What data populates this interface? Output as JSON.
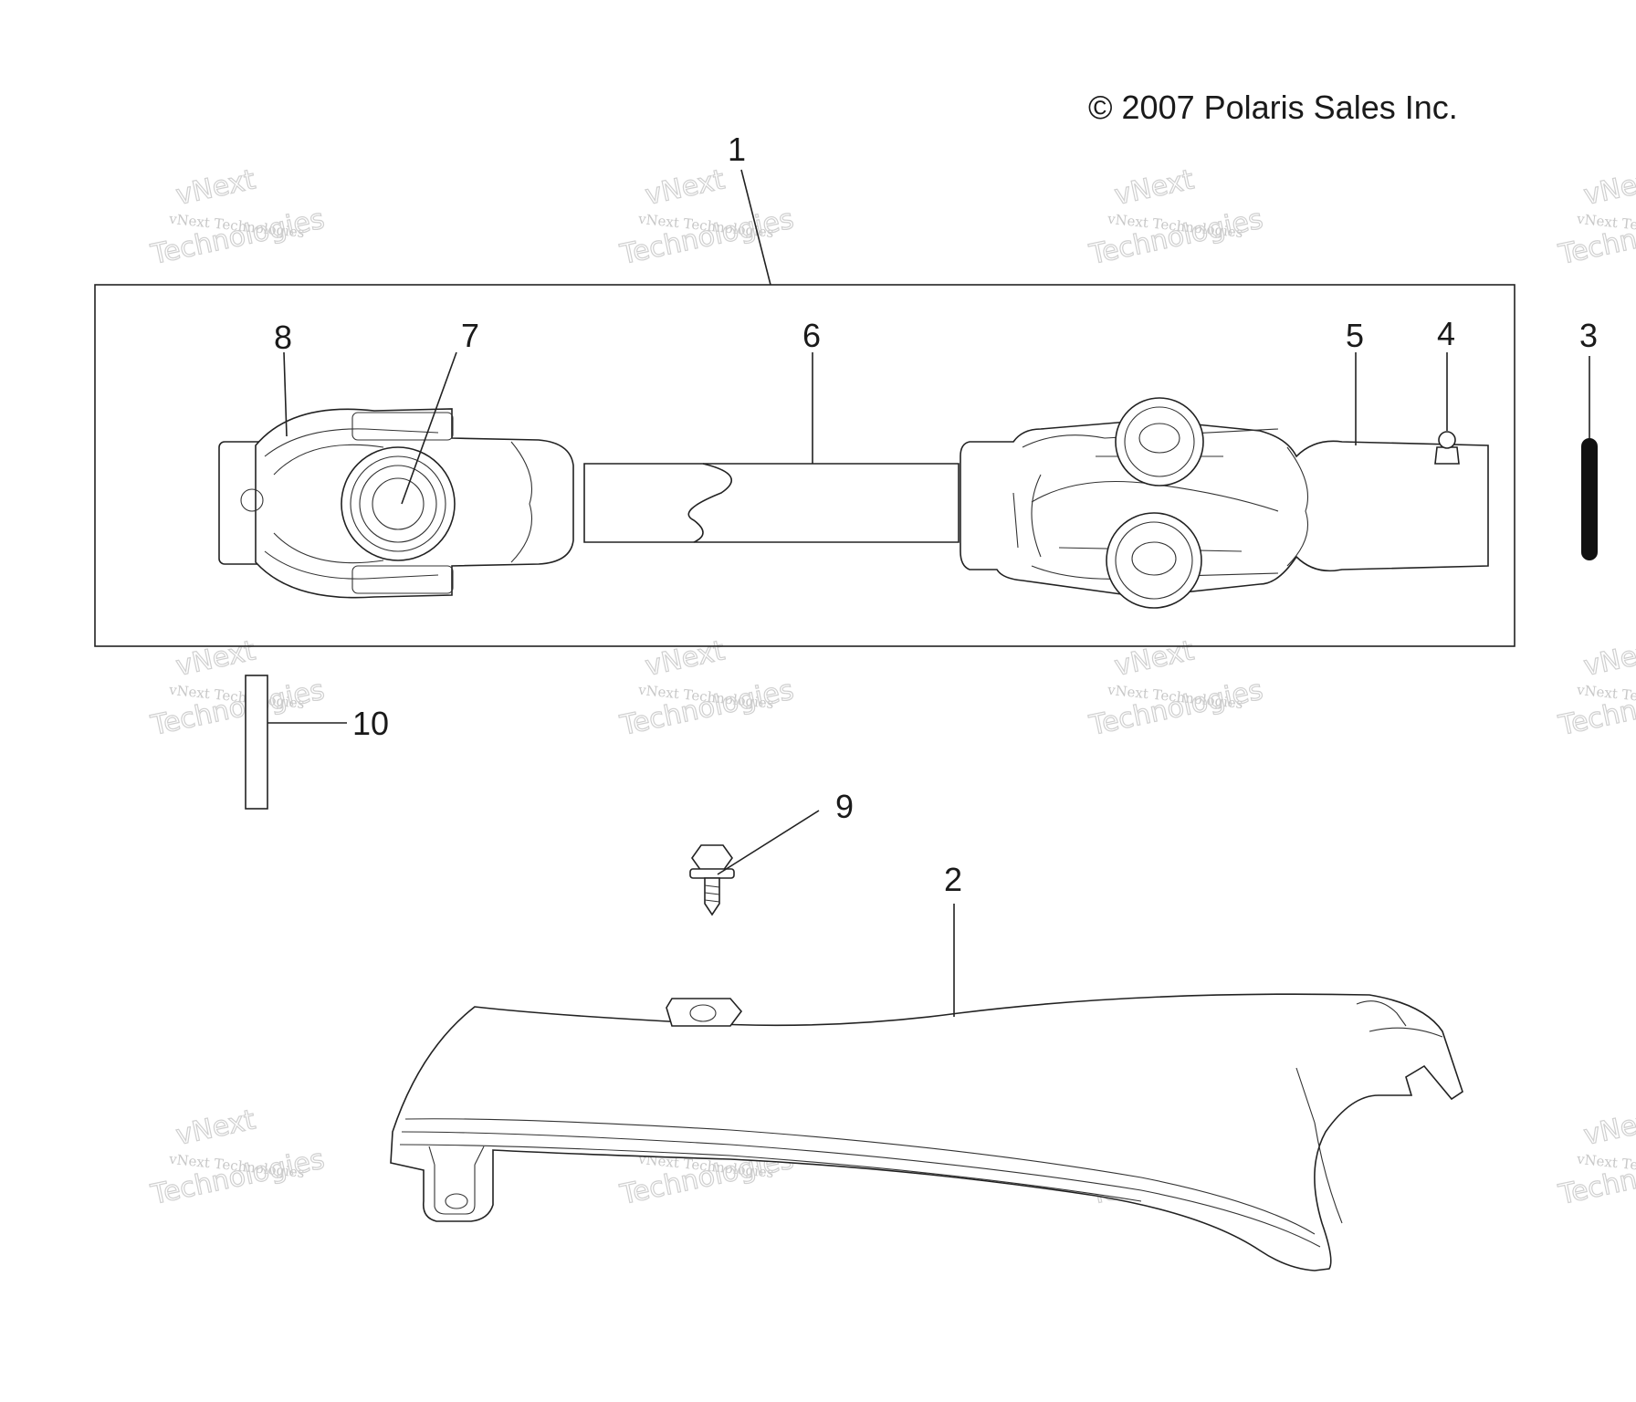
{
  "copyright": "© 2007 Polaris Sales Inc.",
  "callouts": {
    "c1": "1",
    "c2": "2",
    "c3": "3",
    "c4": "4",
    "c5": "5",
    "c6": "6",
    "c7": "7",
    "c8": "8",
    "c9": "9",
    "c10": "10"
  },
  "watermark": {
    "line1": "vNext",
    "line2": "vNext Technologies",
    "line3": "Technologies"
  }
}
